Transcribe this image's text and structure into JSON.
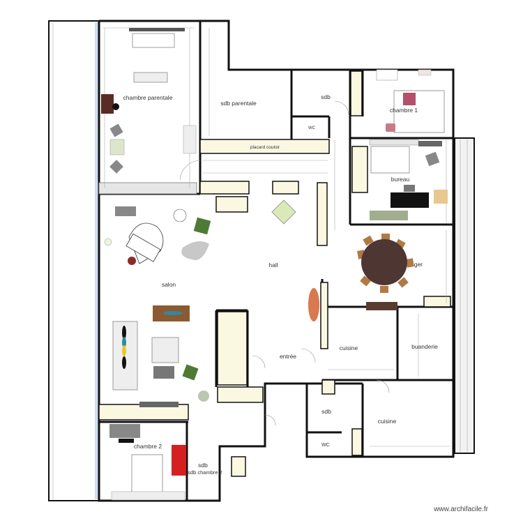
{
  "rooms": {
    "chambre_parentale": "chambre parentale",
    "sdb_parentale": "sdb parentale",
    "sdb_top": "sdb",
    "wc_top": "WC",
    "placard_couloir": "placard couloir",
    "chambre_1": "chambre 1",
    "bureau": "bureau",
    "salon": "salon",
    "hall": "hall",
    "manger": "ger",
    "cuisine_1": "cuisine",
    "buanderie": "buanderie",
    "entree": "entrée",
    "sdb_bottom": "sdb",
    "wc_bottom": "WC",
    "cuisine_2": "cuisine",
    "chambre_2": "chambre 2",
    "sdb_chambre_2_a": "sdb",
    "sdb_chambre_2_b": "sdb chambre 2"
  },
  "colors": {
    "wall": "#111111",
    "placard": "#fbf8e2",
    "balcony": "#dfe6ee",
    "dining_table": "#4e3633",
    "chair": "#b07a45",
    "green_armchair": "#4f7a36",
    "red_furniture": "#d42020",
    "desk": "#111111"
  },
  "watermark": "www.archifacile.fr"
}
